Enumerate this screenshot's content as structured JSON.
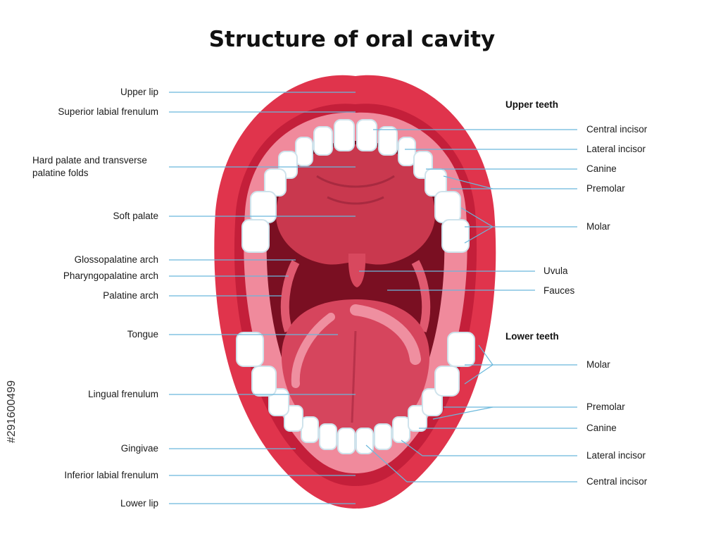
{
  "title": "Structure of oral cavity",
  "headings": {
    "upper_teeth": "Upper teeth",
    "lower_teeth": "Lower teeth"
  },
  "left_labels": [
    "Upper lip",
    "Superior labial frenulum",
    "Hard palate and transverse\npalatine folds",
    "Soft palate",
    "Glossopalatine arch",
    "Pharyngopalatine arch",
    "Palatine arch",
    "Tongue",
    "Lingual frenulum",
    "Gingivae",
    "Inferior labial frenulum",
    "Lower lip"
  ],
  "right_labels": [
    "Central incisor",
    "Lateral incisor",
    "Canine",
    "Premolar",
    "Molar",
    "Uvula",
    "Fauces",
    "Molar",
    "Premolar",
    "Canine",
    "Lateral incisor",
    "Central incisor"
  ],
  "watermark": "#291600499",
  "colors": {
    "leader_line": "#6ab8dc",
    "lip": "#e0344c",
    "lip_inner": "#c41f3a",
    "mouth_dark": "#7a0f22",
    "palate": "#c9384e",
    "tongue": "#d6455d",
    "tongue_light": "#ef8fa0",
    "tooth": "#ffffff",
    "tooth_shade": "#cfe3ec",
    "gum": "#f08a9c"
  }
}
